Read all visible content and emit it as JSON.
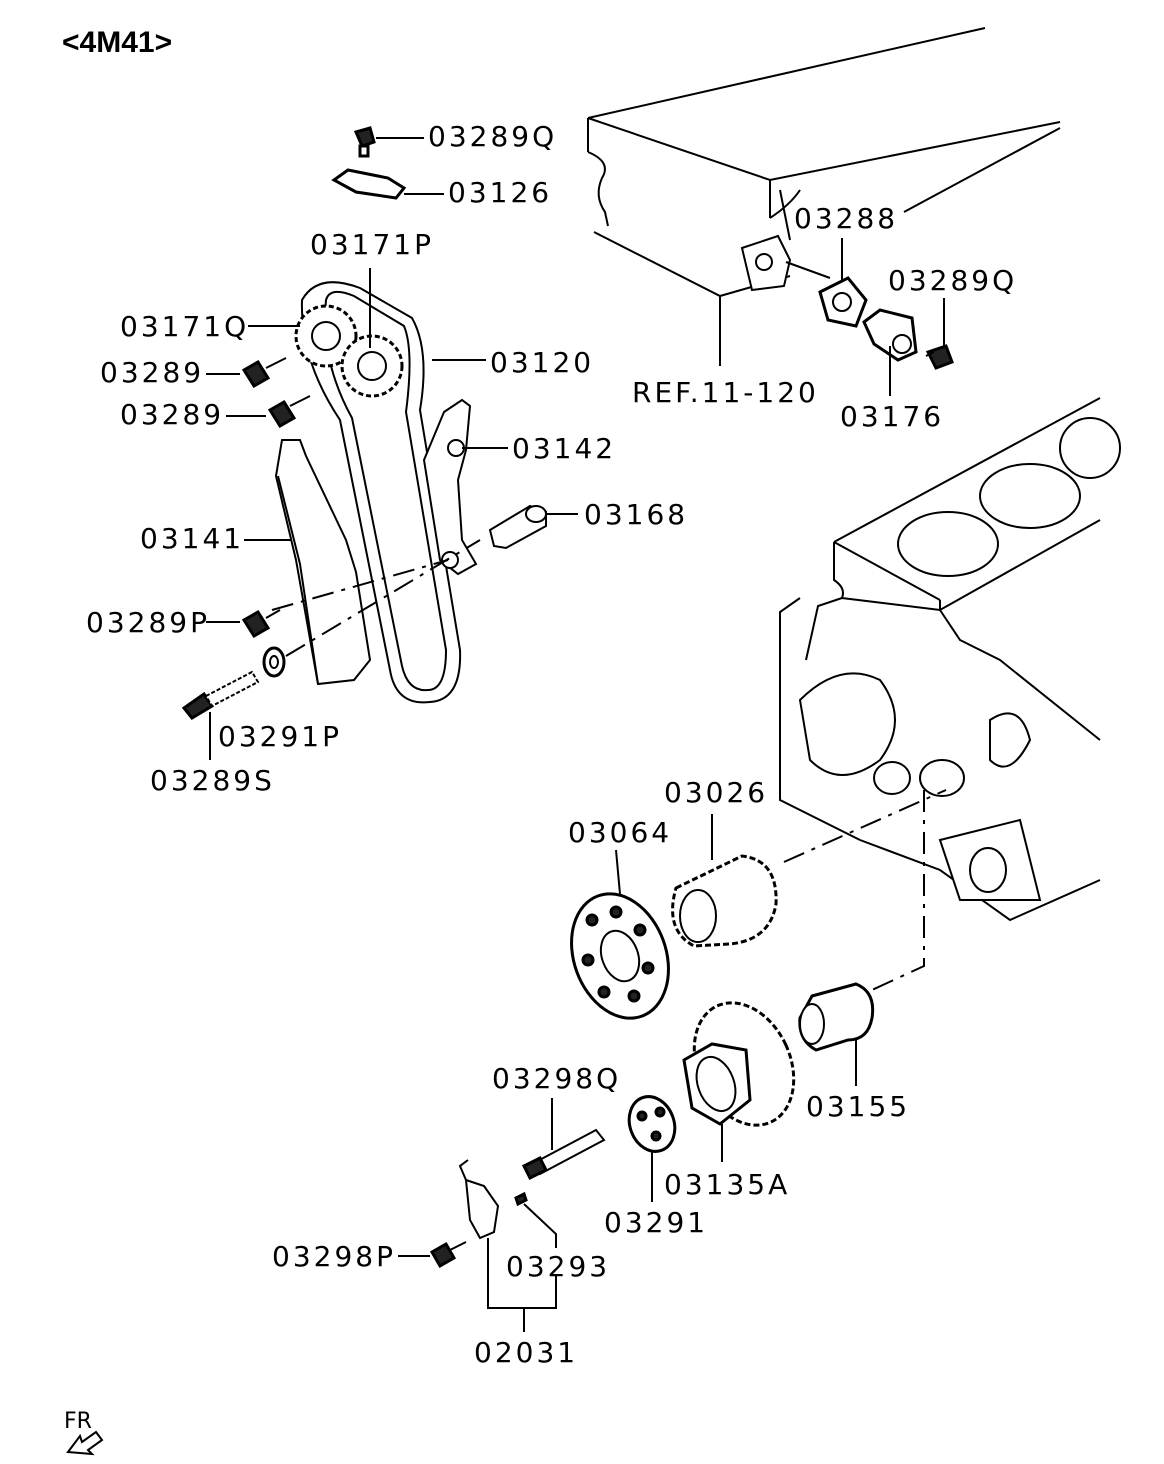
{
  "title": "<4M41>",
  "labels": {
    "p03289q_top": "03289Q",
    "p03126": "03126",
    "p03171p": "03171P",
    "p03171q": "03171Q",
    "p03120": "03120",
    "p03289_a": "03289",
    "p03289_b": "03289",
    "p03142": "03142",
    "p03168": "03168",
    "p03141": "03141",
    "p03289p": "03289P",
    "p03291p": "03291P",
    "p03289s": "03289S",
    "p03288": "03288",
    "p03289q_right": "03289Q",
    "ref": "REF.11-120",
    "p03176": "03176",
    "p03026": "03026",
    "p03064": "03064",
    "p03155": "03155",
    "p03298q": "03298Q",
    "p03135a": "03135A",
    "p03291": "03291",
    "p03298p": "03298P",
    "p03293": "03293",
    "p02031": "02031"
  },
  "fr_label": "FR",
  "icons": [
    "fr-arrow-icon"
  ]
}
